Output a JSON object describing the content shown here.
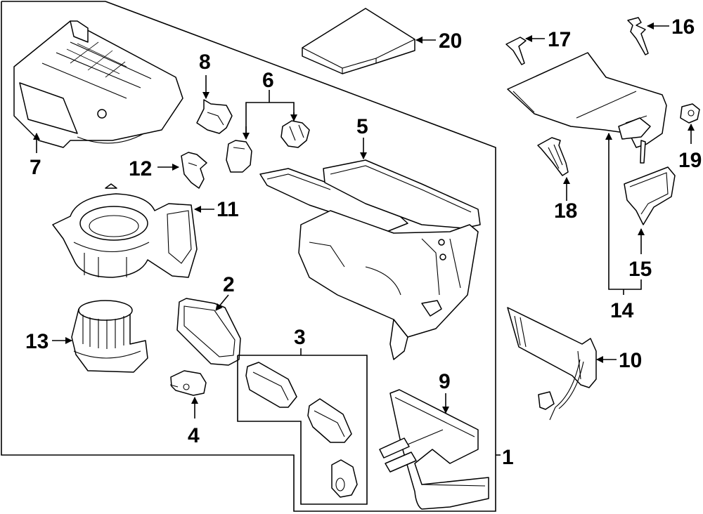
{
  "diagram": {
    "title": "HVAC Case Assembly — Exploded Parts View",
    "callouts": [
      {
        "id": "1",
        "label": "1",
        "part": "hvac-case-assembly"
      },
      {
        "id": "2",
        "label": "2",
        "part": "seal"
      },
      {
        "id": "3",
        "label": "3",
        "part": "seal-kit"
      },
      {
        "id": "4",
        "label": "4",
        "part": "sensor"
      },
      {
        "id": "5",
        "label": "5",
        "part": "upper-case"
      },
      {
        "id": "6",
        "label": "6",
        "part": "actuators"
      },
      {
        "id": "7",
        "label": "7",
        "part": "intake-housing"
      },
      {
        "id": "8",
        "label": "8",
        "part": "recirculation-actuator"
      },
      {
        "id": "9",
        "label": "9",
        "part": "heater-core"
      },
      {
        "id": "10",
        "label": "10",
        "part": "evaporator-core"
      },
      {
        "id": "11",
        "label": "11",
        "part": "blower-housing"
      },
      {
        "id": "12",
        "label": "12",
        "part": "resistor"
      },
      {
        "id": "13",
        "label": "13",
        "part": "blower-motor"
      },
      {
        "id": "14",
        "label": "14",
        "part": "duct-assembly"
      },
      {
        "id": "15",
        "label": "15",
        "part": "duct-seal"
      },
      {
        "id": "16",
        "label": "16",
        "part": "push-pin-clip"
      },
      {
        "id": "17",
        "label": "17",
        "part": "retainer-clip"
      },
      {
        "id": "18",
        "label": "18",
        "part": "push-rivet"
      },
      {
        "id": "19",
        "label": "19",
        "part": "grommet"
      },
      {
        "id": "20",
        "label": "20",
        "part": "cabin-air-filter"
      }
    ]
  }
}
